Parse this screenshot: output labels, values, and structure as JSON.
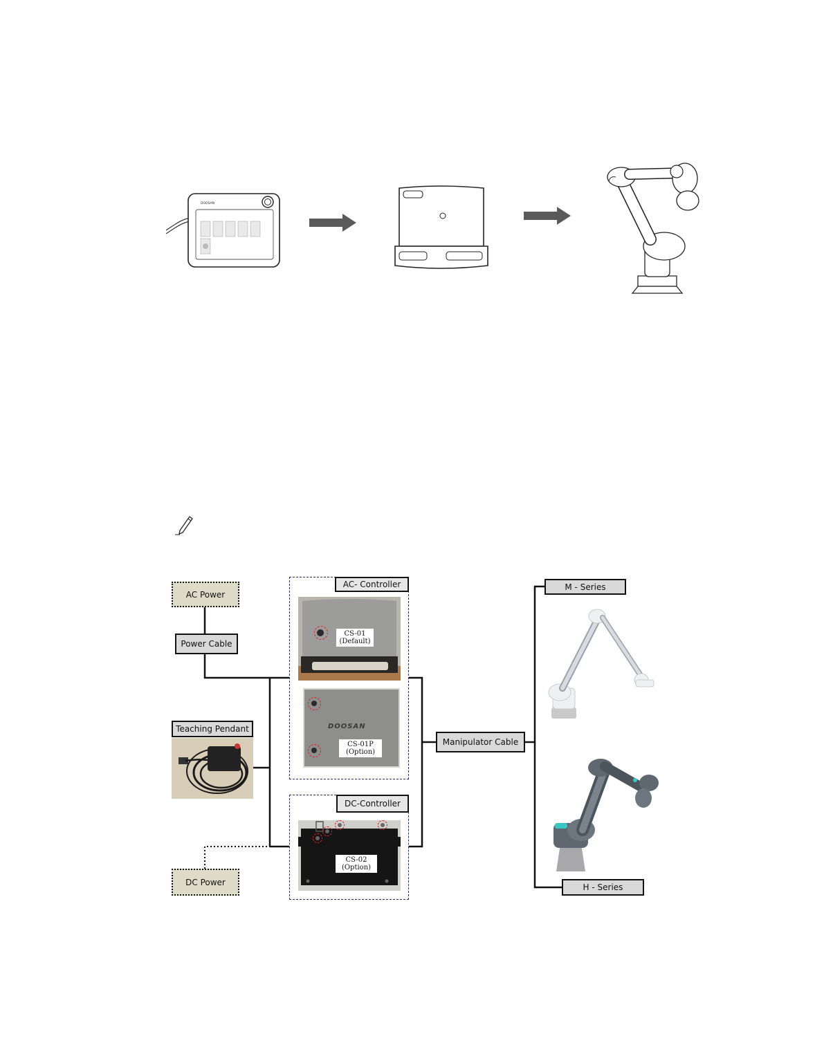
{
  "top_diagram": {
    "items": [
      "teaching-pendant",
      "controller",
      "robot-arm"
    ],
    "pendant_brand": "DOOSAN"
  },
  "note_icon": "pencil-icon",
  "system_diagram": {
    "ac_power": "AC Power",
    "power_cable": "Power Cable",
    "teaching_pendant": "Teaching Pendant",
    "dc_power": "DC Power",
    "ac_controller": "AC- Controller",
    "dc_controller": "DC-Controller",
    "manipulator_cable": "Manipulator Cable",
    "m_series": "M - Series",
    "h_series": "H - Series",
    "cs01": {
      "line1": "CS-01",
      "line2": "(Default)"
    },
    "cs01p": {
      "line1": "CS-01P",
      "line2": "(Option)",
      "brand": "DOOSAN"
    },
    "cs02": {
      "line1": "CS-02",
      "line2": "(Option)"
    }
  },
  "colors": {
    "arrow": "#5a5a5a",
    "label_grey": "#d9d9d9",
    "power_fill": "#dedbc8",
    "controller_border": "#2b2f6b",
    "connector_marker": "#dd2222"
  }
}
